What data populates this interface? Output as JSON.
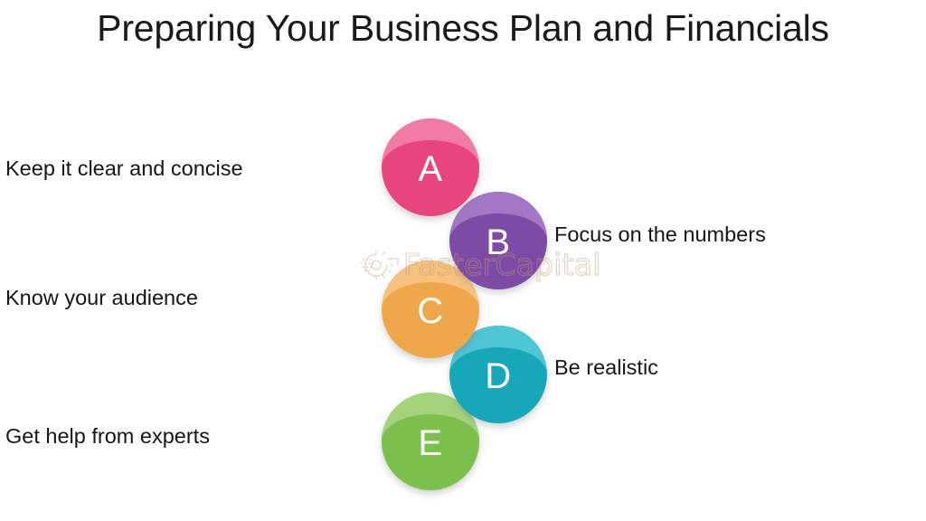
{
  "slide": {
    "title": "Preparing Your Business Plan and Financials",
    "background_color": "#ffffff",
    "title_color": "#1a1a1a"
  },
  "watermark": {
    "text": "FasterCapital",
    "icon": "gear-circuit-icon",
    "color": "#c4966e"
  },
  "diagram": {
    "type": "staggered-circle-list",
    "items": [
      {
        "letter": "A",
        "label": "Keep it clear and concise",
        "side": "left",
        "color": "#e8447e",
        "cap_color": "#f07ba5",
        "label_color": "#161616"
      },
      {
        "letter": "B",
        "label": "Focus on the numbers",
        "side": "right",
        "color": "#7d4ba5",
        "cap_color": "#a377c6",
        "label_color": "#161616"
      },
      {
        "letter": "C",
        "label": "Know your audience",
        "side": "left",
        "color": "#efa84a",
        "cap_color": "#f5c37f",
        "label_color": "#161616"
      },
      {
        "letter": "D",
        "label": "Be realistic",
        "side": "right",
        "color": "#14a8b8",
        "cap_color": "#4ec6d3",
        "label_color": "#161616"
      },
      {
        "letter": "E",
        "label": "Get help from experts",
        "side": "left",
        "color": "#7dbf4e",
        "cap_color": "#a3d47b",
        "label_color": "#161616"
      }
    ]
  }
}
